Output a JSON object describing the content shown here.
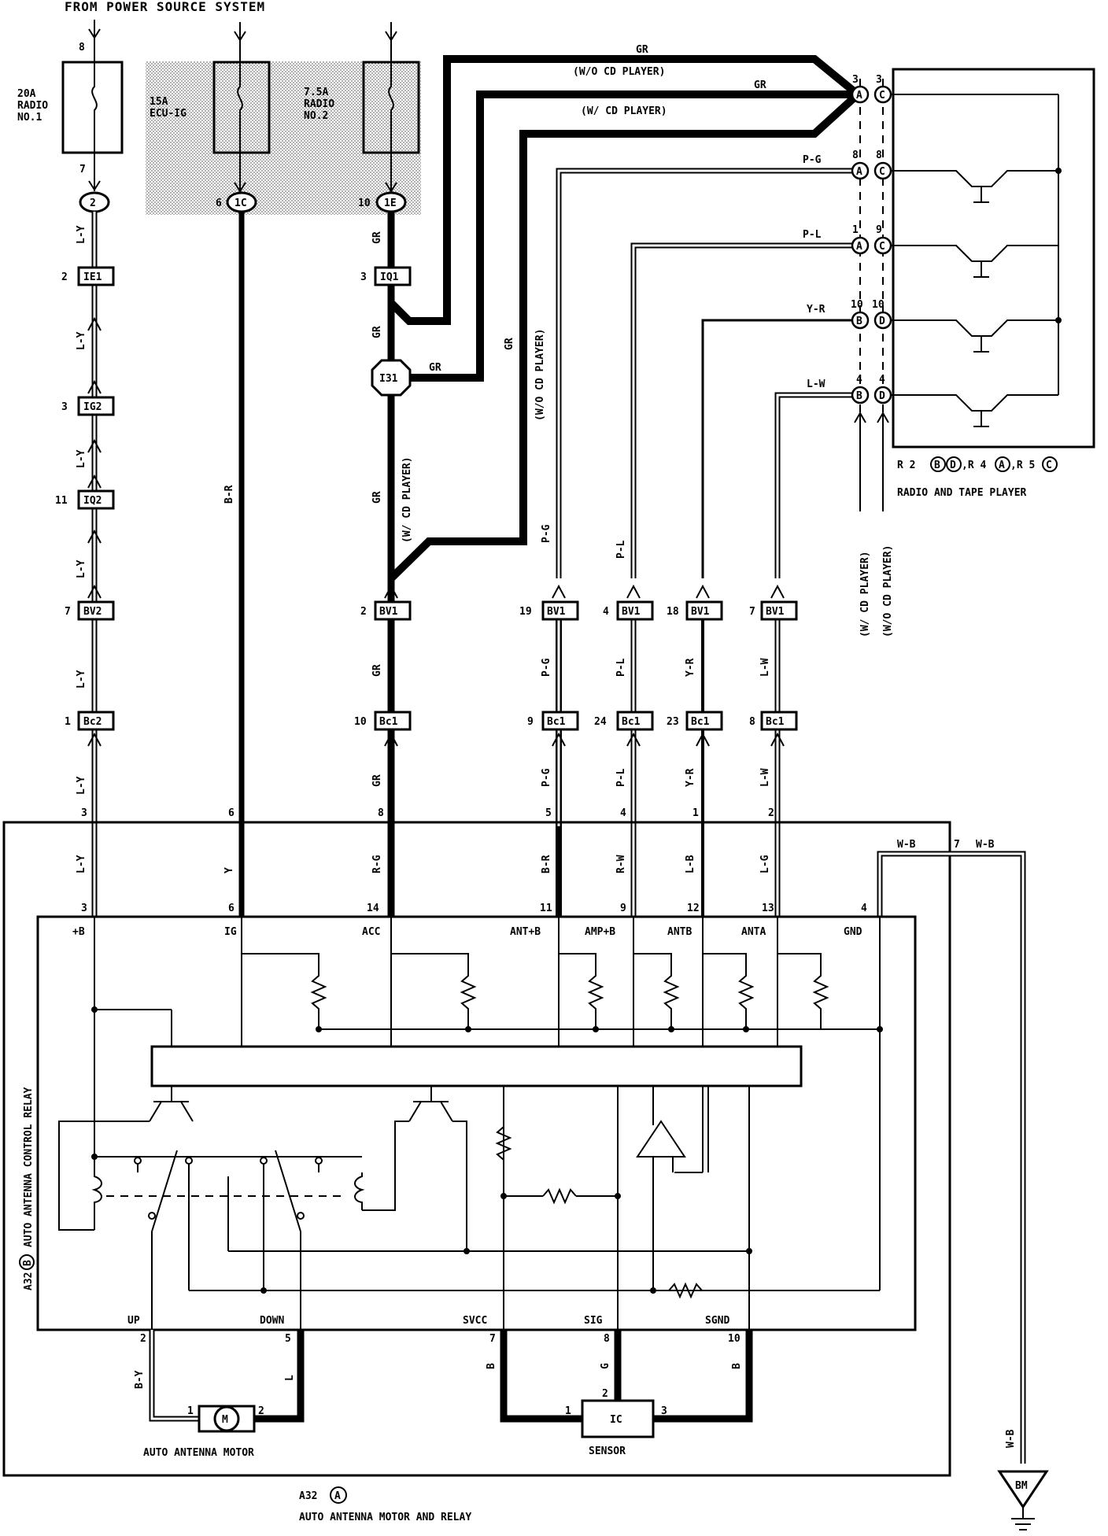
{
  "title": "FROM POWER SOURCE SYSTEM",
  "fuses": {
    "radio1": {
      "line1": "20A",
      "line2": "RADIO",
      "line3": "NO.1",
      "pin_in": "8",
      "pin_out": "7",
      "conn": "2"
    },
    "ecu": {
      "line1": "15A",
      "line2": "ECU-IG",
      "pin_out": "6",
      "conn": "1C"
    },
    "radio2": {
      "line1": "7.5A",
      "line2": "RADIO",
      "line3": "NO.2",
      "pin_out": "10",
      "conn": "1E"
    }
  },
  "connectors": {
    "ie1": {
      "name": "IE1",
      "pin": "2"
    },
    "ig2": {
      "name": "IG2",
      "pin": "3"
    },
    "iq2": {
      "name": "IQ2",
      "pin": "11"
    },
    "bv2": {
      "name": "BV2",
      "pin": "7"
    },
    "bc2": {
      "name": "Bc2",
      "pin": "1"
    },
    "iq1": {
      "name": "IQ1",
      "pin": "3"
    },
    "i31": {
      "name": "I31"
    },
    "bv1_a": {
      "name": "BV1",
      "pin": "2"
    },
    "bv1_b": {
      "name": "BV1",
      "pin": "19"
    },
    "bv1_c": {
      "name": "BV1",
      "pin": "4"
    },
    "bv1_d": {
      "name": "BV1",
      "pin": "18"
    },
    "bv1_e": {
      "name": "BV1",
      "pin": "7"
    },
    "bc1_a": {
      "name": "Bc1",
      "pin": "10"
    },
    "bc1_b": {
      "name": "Bc1",
      "pin": "9"
    },
    "bc1_c": {
      "name": "Bc1",
      "pin": "24"
    },
    "bc1_d": {
      "name": "Bc1",
      "pin": "23"
    },
    "bc1_e": {
      "name": "Bc1",
      "pin": "8"
    }
  },
  "wires": {
    "ly": "L-Y",
    "br": "B-R",
    "gr": "GR",
    "pg": "P-G",
    "pl": "P-L",
    "yr": "Y-R",
    "lw": "L-W",
    "y": "Y",
    "rg": "R-G",
    "br2": "B-R",
    "rw": "R-W",
    "lb": "L-B",
    "lg": "L-G",
    "wb": "W-B",
    "by": "B-Y",
    "b": "B",
    "g": "G",
    "l": "L"
  },
  "notes": {
    "wo_cd": "(W/O CD PLAYER)",
    "w_cd": "(W/ CD PLAYER)",
    "w_cd_vert": "(W/ CD PLAYER)",
    "wo_cd_vert": "(W/O CD PLAYER)"
  },
  "radio": {
    "pins": [
      {
        "left": "3",
        "right": "3",
        "la": "A",
        "ra": "C"
      },
      {
        "left": "8",
        "right": "8",
        "la": "A",
        "ra": "C"
      },
      {
        "left": "1",
        "right": "9",
        "la": "A",
        "ra": "C"
      },
      {
        "left": "10",
        "right": "10",
        "la": "B",
        "ra": "D"
      },
      {
        "left": "4",
        "right": "4",
        "la": "B",
        "ra": "D"
      }
    ],
    "caption1": "R 2",
    "caption_mid1": ",R 4",
    "caption_mid2": ",R 5",
    "caption2": "RADIO AND TAPE PLAYER",
    "cd_note1": "(W/ CD PLAYER)",
    "cd_note2": "(W/O CD PLAYER)"
  },
  "harness_pins_top": [
    "3",
    "6",
    "8",
    "5",
    "4",
    "1",
    "2"
  ],
  "relay_pins": [
    "3",
    "6",
    "14",
    "11",
    "9",
    "12",
    "13",
    "4"
  ],
  "relay_terms": [
    "+B",
    "IG",
    "ACC",
    "ANT+B",
    "AMP+B",
    "ANTB",
    "ANTA",
    "GND"
  ],
  "relay_bottom_terms": [
    "UP",
    "DOWN",
    "SVCC",
    "SIG",
    "SGND"
  ],
  "relay_bottom_pins": [
    "2",
    "5",
    "7",
    "8",
    "10"
  ],
  "relay_title": "AUTO ANTENNA CONTROL RELAY",
  "relay_id": "A32",
  "relay_id_letter": "B",
  "wb_pin": "7",
  "motor": {
    "symbol": "M",
    "pin1": "1",
    "pin2": "2",
    "label": "AUTO ANTENNA MOTOR"
  },
  "sensor": {
    "symbol": "IC",
    "pin1": "1",
    "pin2": "2",
    "pin3": "3",
    "label": "SENSOR"
  },
  "ground": "BM",
  "assembly": {
    "id": "A32",
    "letter": "A",
    "label": "AUTO ANTENNA MOTOR AND RELAY"
  }
}
